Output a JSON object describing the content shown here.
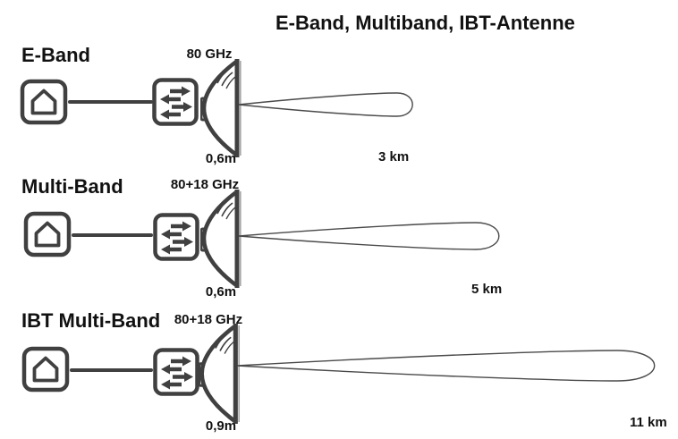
{
  "title": "E-Band, Multiband, IBT-Antenne",
  "colors": {
    "stroke": "#404040",
    "text": "#111111",
    "background": "#ffffff",
    "beam_outline": "#4a4a4a"
  },
  "rows": [
    {
      "label": "E-Band",
      "frequency": "80 GHz",
      "dish_diameter": "0,6m",
      "range_label": "3 km",
      "range_km": 3
    },
    {
      "label": "Multi-Band",
      "frequency": "80+18 GHz",
      "dish_diameter": "0,6m",
      "range_label": "5 km",
      "range_km": 5
    },
    {
      "label": "IBT Multi-Band",
      "frequency": "80+18 GHz",
      "dish_diameter": "0,9m",
      "range_label": "11 km",
      "range_km": 11
    }
  ],
  "icons": {
    "house": "house-icon",
    "transceiver": "bidirectional-arrows-icon",
    "antenna": "antenna-dish-icon",
    "beam": "beam-lobe"
  }
}
